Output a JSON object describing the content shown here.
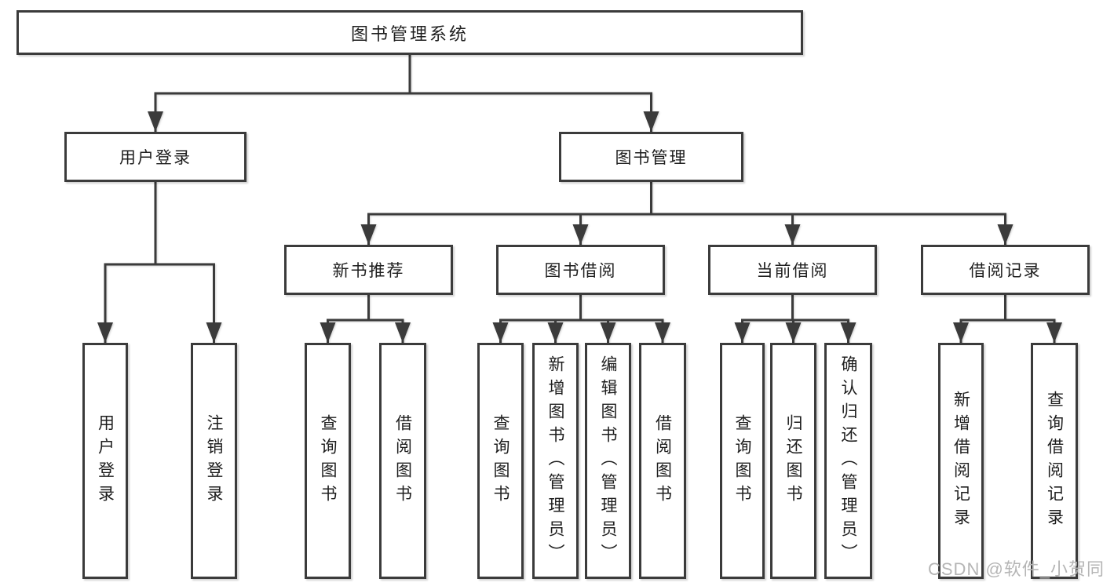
{
  "diagram": {
    "watermark": "CSDN @软件_小贺同学",
    "colors": {
      "line": "#3b3b3b",
      "text": "#1e1e1e",
      "box_background": "#ffffff",
      "watermark": "#b5b5b5"
    },
    "tree": {
      "id": "root",
      "label": "图书管理系统",
      "children": [
        {
          "id": "login",
          "label": "用户登录",
          "children": [
            {
              "id": "login-user",
              "label": "用户登录"
            },
            {
              "id": "login-logout",
              "label": "注销登录"
            }
          ]
        },
        {
          "id": "mgmt",
          "label": "图书管理",
          "children": [
            {
              "id": "newbook",
              "label": "新书推荐",
              "children": [
                {
                  "id": "nb-query",
                  "label": "查询图书"
                },
                {
                  "id": "nb-borrow",
                  "label": "借阅图书"
                }
              ]
            },
            {
              "id": "borrow",
              "label": "图书借阅",
              "children": [
                {
                  "id": "bb-query",
                  "label": "查询图书"
                },
                {
                  "id": "bb-add",
                  "label": "新增图书（管理员）"
                },
                {
                  "id": "bb-edit",
                  "label": "编辑图书（管理员）"
                },
                {
                  "id": "bb-borrow",
                  "label": "借阅图书"
                }
              ]
            },
            {
              "id": "current",
              "label": "当前借阅",
              "children": [
                {
                  "id": "cb-query",
                  "label": "查询图书"
                },
                {
                  "id": "cb-return",
                  "label": "归还图书"
                },
                {
                  "id": "cb-confirm",
                  "label": "确认归还（管理员）"
                }
              ]
            },
            {
              "id": "records",
              "label": "借阅记录",
              "children": [
                {
                  "id": "rec-add",
                  "label": "新增借阅记录"
                },
                {
                  "id": "rec-query",
                  "label": "查询借阅记录"
                }
              ]
            }
          ]
        }
      ]
    }
  }
}
